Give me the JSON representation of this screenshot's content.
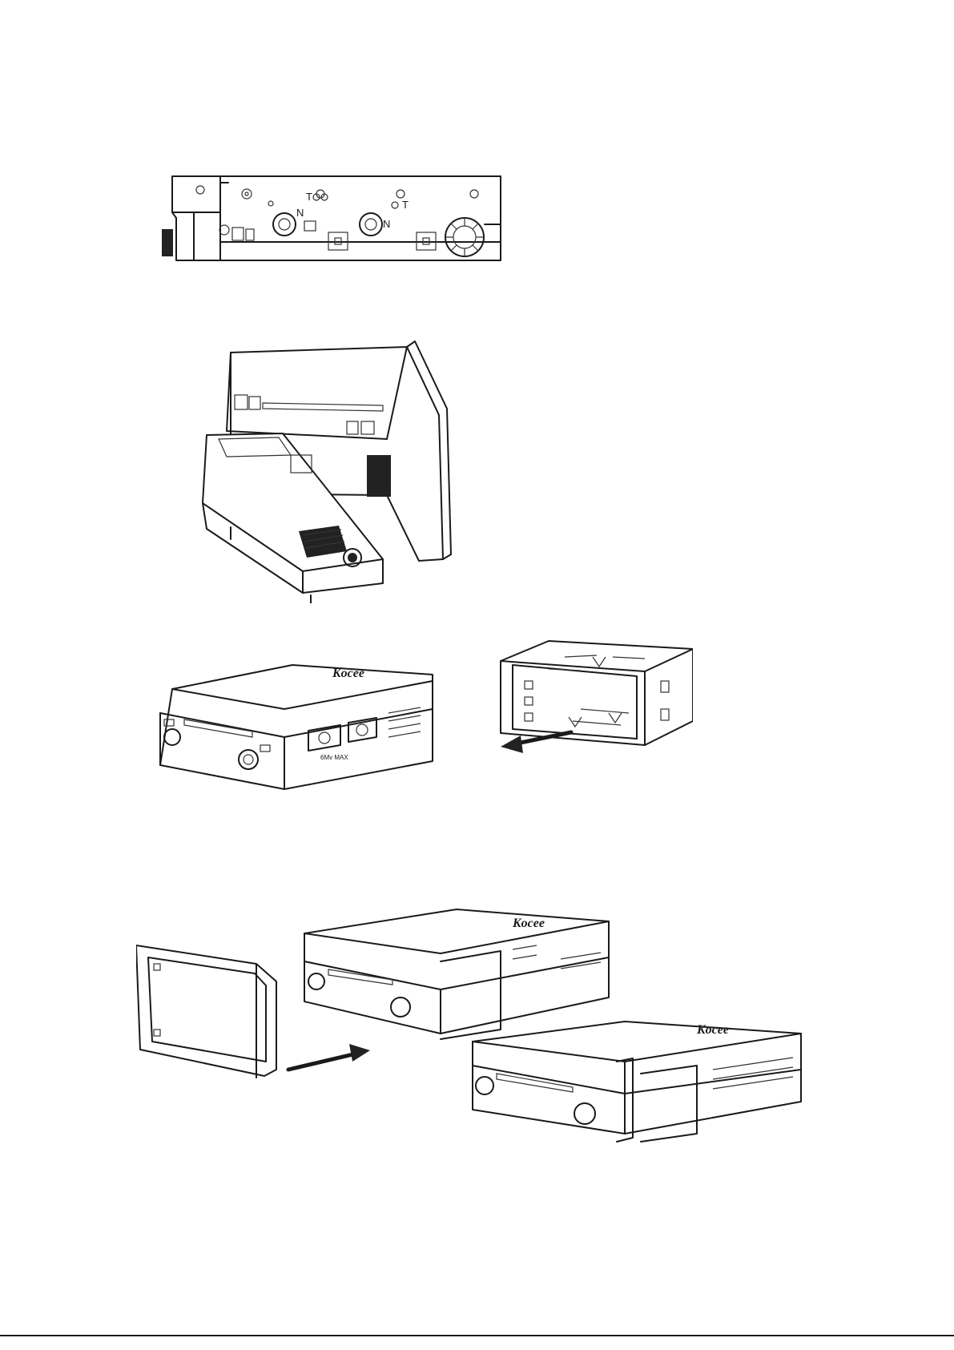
{
  "figures": [
    {
      "id": "side-view",
      "labels": [
        "N",
        "N",
        "T",
        "T"
      ]
    },
    {
      "id": "unit-rear-open"
    },
    {
      "id": "sleeve-insertion",
      "brand": "Kocee",
      "rear_text": "6Mv MAX"
    },
    {
      "id": "trim-ring-fitting",
      "brand": "Kocee"
    }
  ],
  "colors": {
    "ink": "#1a1a1a",
    "paper": "#ffffff"
  }
}
